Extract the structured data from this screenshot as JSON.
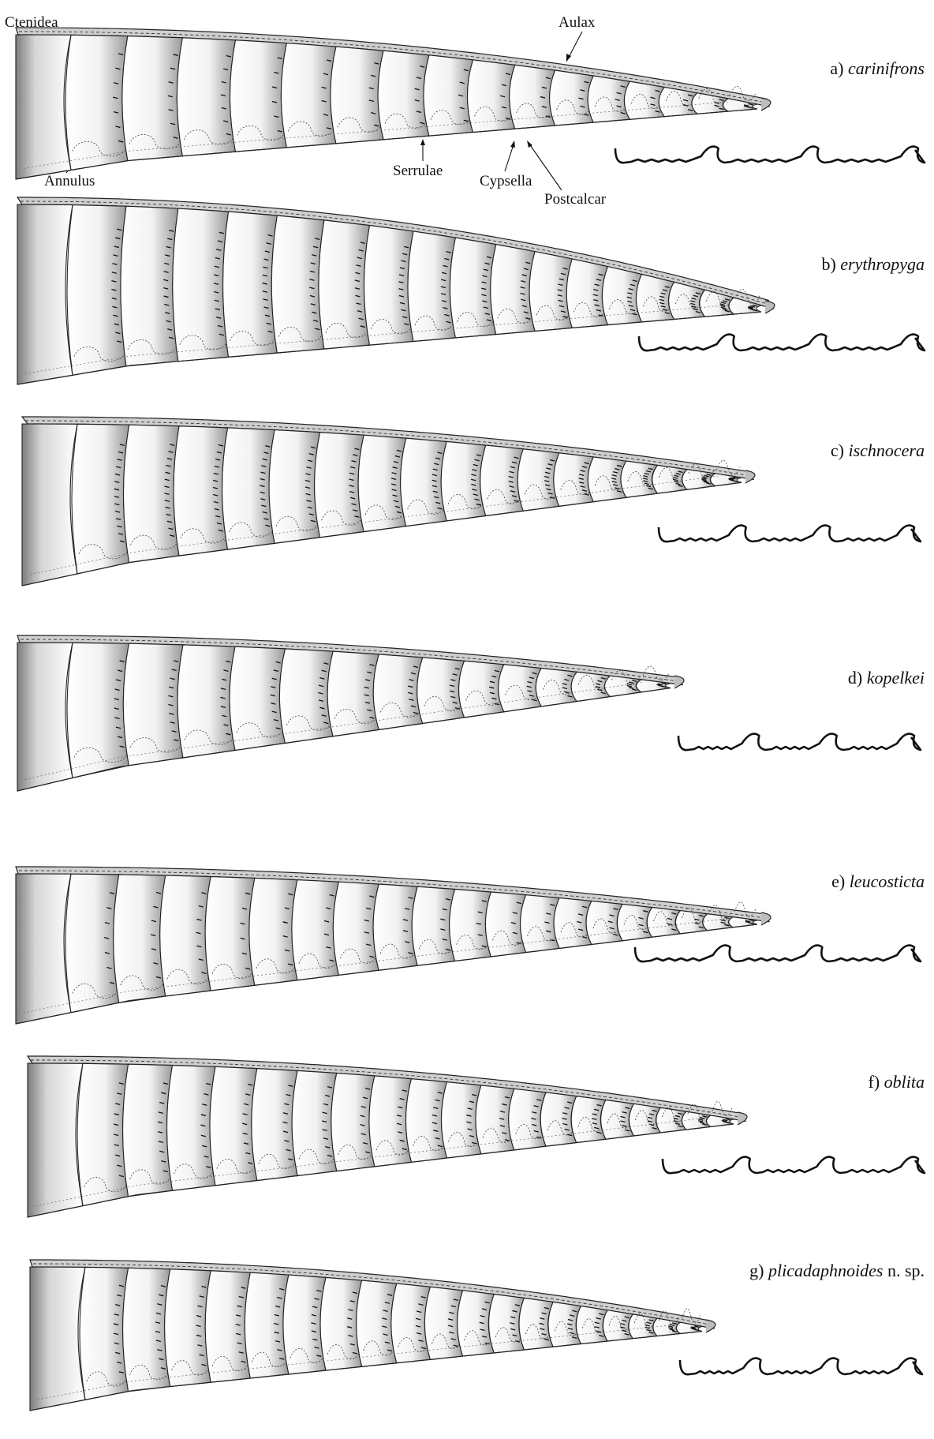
{
  "figure": {
    "callouts": {
      "ctenidea": "Ctenidea",
      "aulax": "Aulax",
      "annulus": "Annulus",
      "serrulae": "Serrulae",
      "cypsella": "Cypsella",
      "postcalcar": "Postcalcar"
    },
    "panels": [
      {
        "letter": "a)",
        "species": "carinifrons",
        "suffix": "",
        "segments": 16,
        "ctenidea_density": "sparse"
      },
      {
        "letter": "b)",
        "species": "erythropyga",
        "suffix": "",
        "segments": 17,
        "ctenidea_density": "dense"
      },
      {
        "letter": "c)",
        "species": "ischnocera",
        "suffix": "",
        "segments": 17,
        "ctenidea_density": "dense"
      },
      {
        "letter": "d)",
        "species": "kopelkei",
        "suffix": "",
        "segments": 14,
        "ctenidea_density": "medium"
      },
      {
        "letter": "e)",
        "species": "leucosticta",
        "suffix": "",
        "segments": 19,
        "ctenidea_density": "sparse"
      },
      {
        "letter": "f)",
        "species": "oblita",
        "suffix": "",
        "segments": 19,
        "ctenidea_density": "medium"
      },
      {
        "letter": "g)",
        "species": "plicadaphnoides",
        "suffix": " n. sp.",
        "segments": 19,
        "ctenidea_density": "medium"
      }
    ]
  }
}
